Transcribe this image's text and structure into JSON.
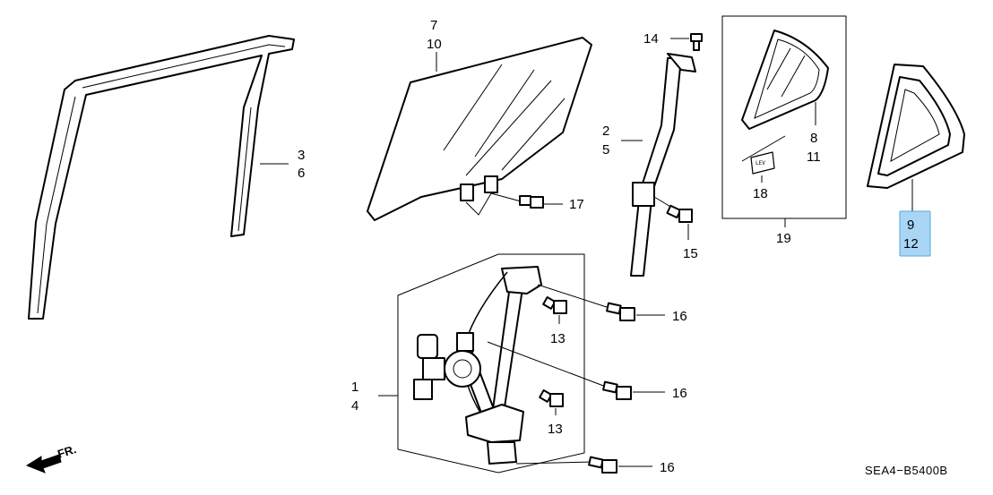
{
  "labels": {
    "l3": "3",
    "l6": "6",
    "l7": "7",
    "l10": "10",
    "l14": "14",
    "l2": "2",
    "l5": "5",
    "l17": "17",
    "l15": "15",
    "l8": "8",
    "l11": "11",
    "l18": "18",
    "l19": "19",
    "l9": "9",
    "l12": "12",
    "l16a": "16",
    "l16b": "16",
    "l16c": "16",
    "l13a": "13",
    "l13b": "13",
    "l1": "1",
    "l4": "4"
  },
  "front_indicator": "FR.",
  "diagram_code": "SEA4−B5400B",
  "lev_label": "LEV",
  "highlight_color": "#a9d6f5"
}
